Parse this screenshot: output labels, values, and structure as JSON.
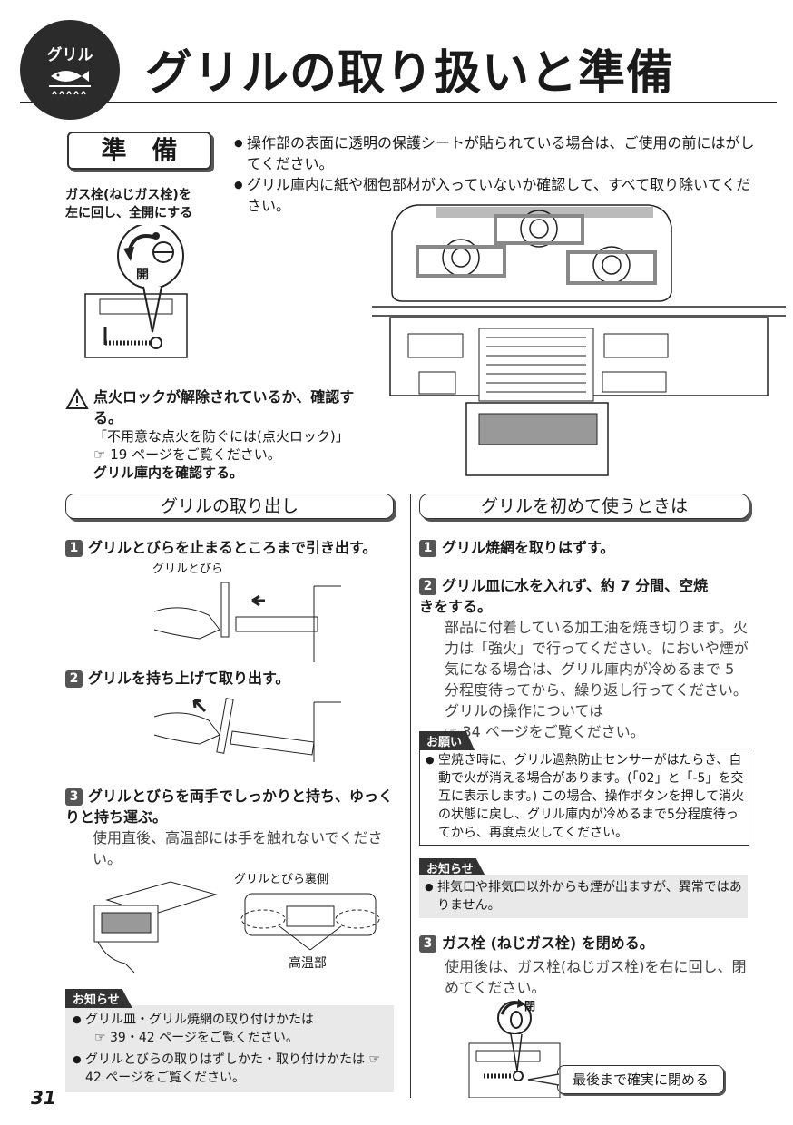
{
  "header": {
    "badge": "グリル",
    "title": "グリルの取り扱いと準備"
  },
  "prep": {
    "label": "準　備",
    "bullets": [
      "操作部の表面に透明の保護シートが貼られている場合は、ご使用の前にはがしてください。",
      "グリル庫内に紙や梱包部材が入っていないか確認して、すべて取り除いてください。"
    ],
    "gas_instruction": "ガス栓(ねじガス栓)を\n左に回し、全開にする",
    "open_mark": "開",
    "warning_title": "点火ロックが解除されているか、確認する。",
    "warning_ref": "「不用意な点火を防ぐには(点火ロック)」",
    "warning_page": "19 ページをご覧ください。",
    "warning_check": "グリル庫内を確認する。"
  },
  "left": {
    "section_title": "グリルの取り出し",
    "step1": {
      "num": "1",
      "text": "グリルとびらを止まるところまで引き出す。",
      "fig_label": "グリルとびら"
    },
    "step2": {
      "num": "2",
      "text": "グリルを持ち上げて取り出す。"
    },
    "step3": {
      "num": "3",
      "text": "グリルとびらを両手でしっかりと持ち、ゆっくりと持ち運ぶ。",
      "desc": "使用直後、高温部には手を触れないでください。",
      "fig_label": "グリルとびら裏側",
      "hot_label": "高温部"
    },
    "notice": {
      "tag": "お知らせ",
      "items": [
        "グリル皿・グリル焼網の取り付けかたは",
        "39・42 ページをご覧ください。",
        "グリルとびらの取りはずしかた・取り付けかたは",
        "42 ページをご覧ください。"
      ]
    }
  },
  "right": {
    "section_title": "グリルを初めて使うときは",
    "step1": {
      "num": "1",
      "text": "グリル焼網を取りはずす。"
    },
    "step2": {
      "num": "2",
      "text": "グリル皿に水を入れず、約 7 分間、空焼きをする。",
      "desc": "部品に付着している加工油を焼き切ります。火力は「強火」で行ってください。においや煙が気になる場合は、グリル庫内が冷めるまで 5 分程度待ってから、繰り返し行ってください。グリルの操作については",
      "ref": "34 ページをご覧ください。"
    },
    "request": {
      "tag": "お願い",
      "text": "空焼き時に、グリル過熱防止センサーがはたらき、自動で火が消える場合があります。(「02」と「-5」を交互に表示します。) この場合、操作ボタンを押して消火の状態に戻し、グリル庫内が冷めるまで5分程度待ってから、再度点火してください。"
    },
    "notice": {
      "tag": "お知らせ",
      "text": "排気口や排気口以外からも煙が出ますが、異常ではありません。"
    },
    "step3": {
      "num": "3",
      "text": "ガス栓 (ねじガス栓) を閉める。",
      "desc": "使用後は、ガス栓(ねじガス栓)を右に回し、閉めてください。",
      "close_mark": "閉",
      "callout": "最後まで確実に閉める"
    }
  },
  "page_number": "31"
}
